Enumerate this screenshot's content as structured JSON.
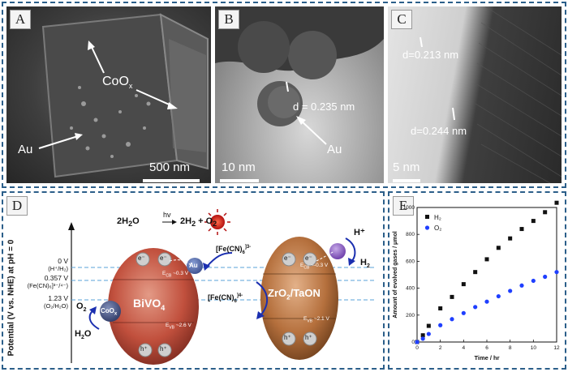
{
  "panels": {
    "A": {
      "label": "A",
      "coox_label": "CoO",
      "coox_sub": "x",
      "au_label": "Au",
      "scale": "500 nm"
    },
    "B": {
      "label": "B",
      "d_label": "d = 0.235 nm",
      "au_label": "Au",
      "scale": "10 nm"
    },
    "C": {
      "label": "C",
      "d1_label": "d=0.213 nm",
      "d2_label": "d=0.244 nm",
      "scale": "5 nm"
    },
    "D": {
      "label": "D",
      "reaction": {
        "left": "2H",
        "left_sub": "2",
        "left_tail": "O",
        "hv": "hv",
        "right": "2H",
        "right_sub": "2",
        "right_tail": " + O",
        "right_sub2": "2"
      },
      "yaxis": "Potential (V vs. NHE) at pH = 0",
      "levels": [
        {
          "v": "0 V",
          "note": "(H⁺/H₂)"
        },
        {
          "v": "0.357 V",
          "note": "(Fe(CN)₆]³⁻/⁴⁻)"
        },
        {
          "v": "1.23 V",
          "note": "(O₂/H₂O)"
        }
      ],
      "bivo4": "BiVO",
      "bivo4_sub": "4",
      "zro2": "ZrO",
      "zro2_sub": "2",
      "zro2_tail": "/TaON",
      "ecb1": "E",
      "ecb1_sub": "CB",
      "ecb1_val": " ~0.3 V",
      "evb1": "E",
      "evb1_sub": "VB",
      "evb1_val": " ~2.6 V",
      "ecb2": "E",
      "ecb2_sub": "CB",
      "ecb2_val": " ~-0.3 V",
      "evb2": "E",
      "evb2_sub": "VB",
      "evb2_val": " ~2.1 V",
      "fe3": "[Fe(CN)",
      "fe3_sub": "6",
      "fe3_sup": "]3-",
      "fe4": "[Fe(CN)",
      "fe4_sub": "6",
      "fe4_sup": "]4-",
      "au": "Au",
      "coox": "CoO",
      "coox_sub": "x",
      "o2": "O",
      "o2_sub": "2",
      "h2o": "H",
      "h2o_sub": "2",
      "h2o_tail": "O",
      "hplus": "H⁺",
      "h2": "H",
      "h2_sub": "2",
      "electron": "e⁻",
      "hole": "h⁺"
    },
    "E": {
      "label": "E"
    }
  },
  "chart_data": {
    "type": "scatter",
    "xlabel": "Time / hr",
    "ylabel": "Amount of evolved gases / μmol",
    "xlim": [
      0,
      12
    ],
    "ylim": [
      0,
      1000
    ],
    "xticks": [
      0,
      2,
      4,
      6,
      8,
      10,
      12
    ],
    "yticks": [
      0,
      200,
      400,
      600,
      800,
      1000
    ],
    "legend_position": "top-left",
    "series": [
      {
        "name": "H₂",
        "color": "#111111",
        "marker": "square",
        "x": [
          0,
          0.5,
          1,
          2,
          3,
          4,
          5,
          6,
          7,
          8,
          9,
          10,
          11,
          12
        ],
        "y": [
          0,
          50,
          120,
          250,
          335,
          430,
          520,
          615,
          700,
          770,
          840,
          900,
          965,
          1035
        ]
      },
      {
        "name": "O₂",
        "color": "#1f3fff",
        "marker": "circle",
        "x": [
          0,
          0.5,
          1,
          2,
          3,
          4,
          5,
          6,
          7,
          8,
          9,
          10,
          11,
          12
        ],
        "y": [
          0,
          25,
          60,
          125,
          170,
          215,
          260,
          300,
          340,
          380,
          420,
          455,
          485,
          520
        ]
      }
    ]
  }
}
